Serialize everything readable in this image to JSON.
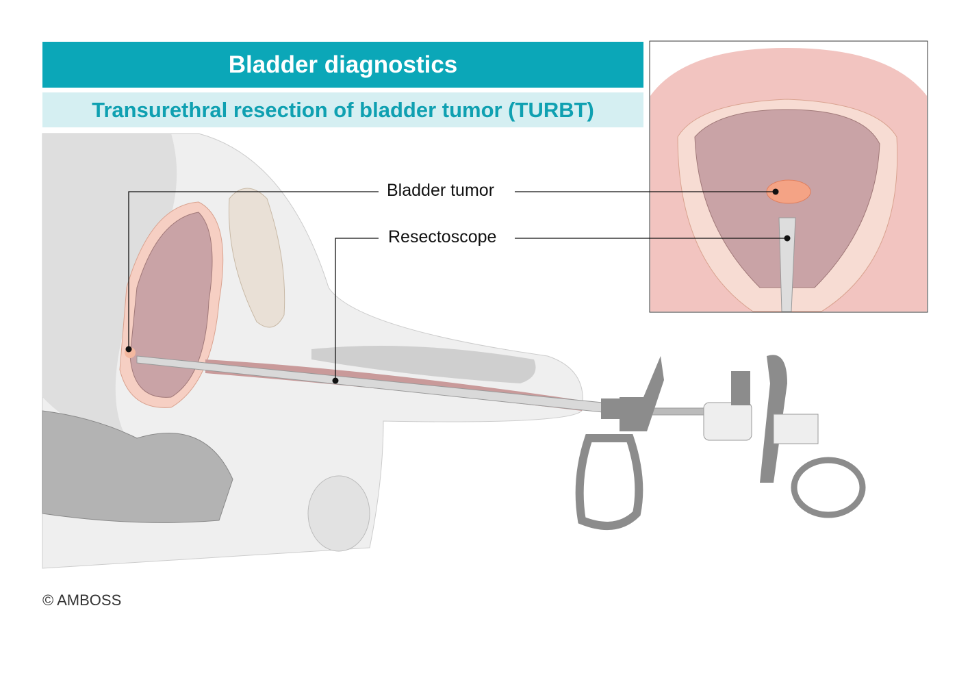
{
  "header": {
    "title": "Bladder diagnostics",
    "subtitle": "Transurethral resection of bladder tumor (TURBT)"
  },
  "labels": {
    "bladder_tumor": "Bladder tumor",
    "resectoscope": "Resectoscope"
  },
  "footer": {
    "copyright": "© AMBOSS"
  },
  "colors": {
    "header_bg": "#0ba7b8",
    "subtitle_bg": "#d5eff2",
    "subtitle_text": "#0fa0b1",
    "tissue": "#f2c4c0",
    "bladder_lumen": "#c9a3a6",
    "instrument": "#8c8c8c"
  }
}
